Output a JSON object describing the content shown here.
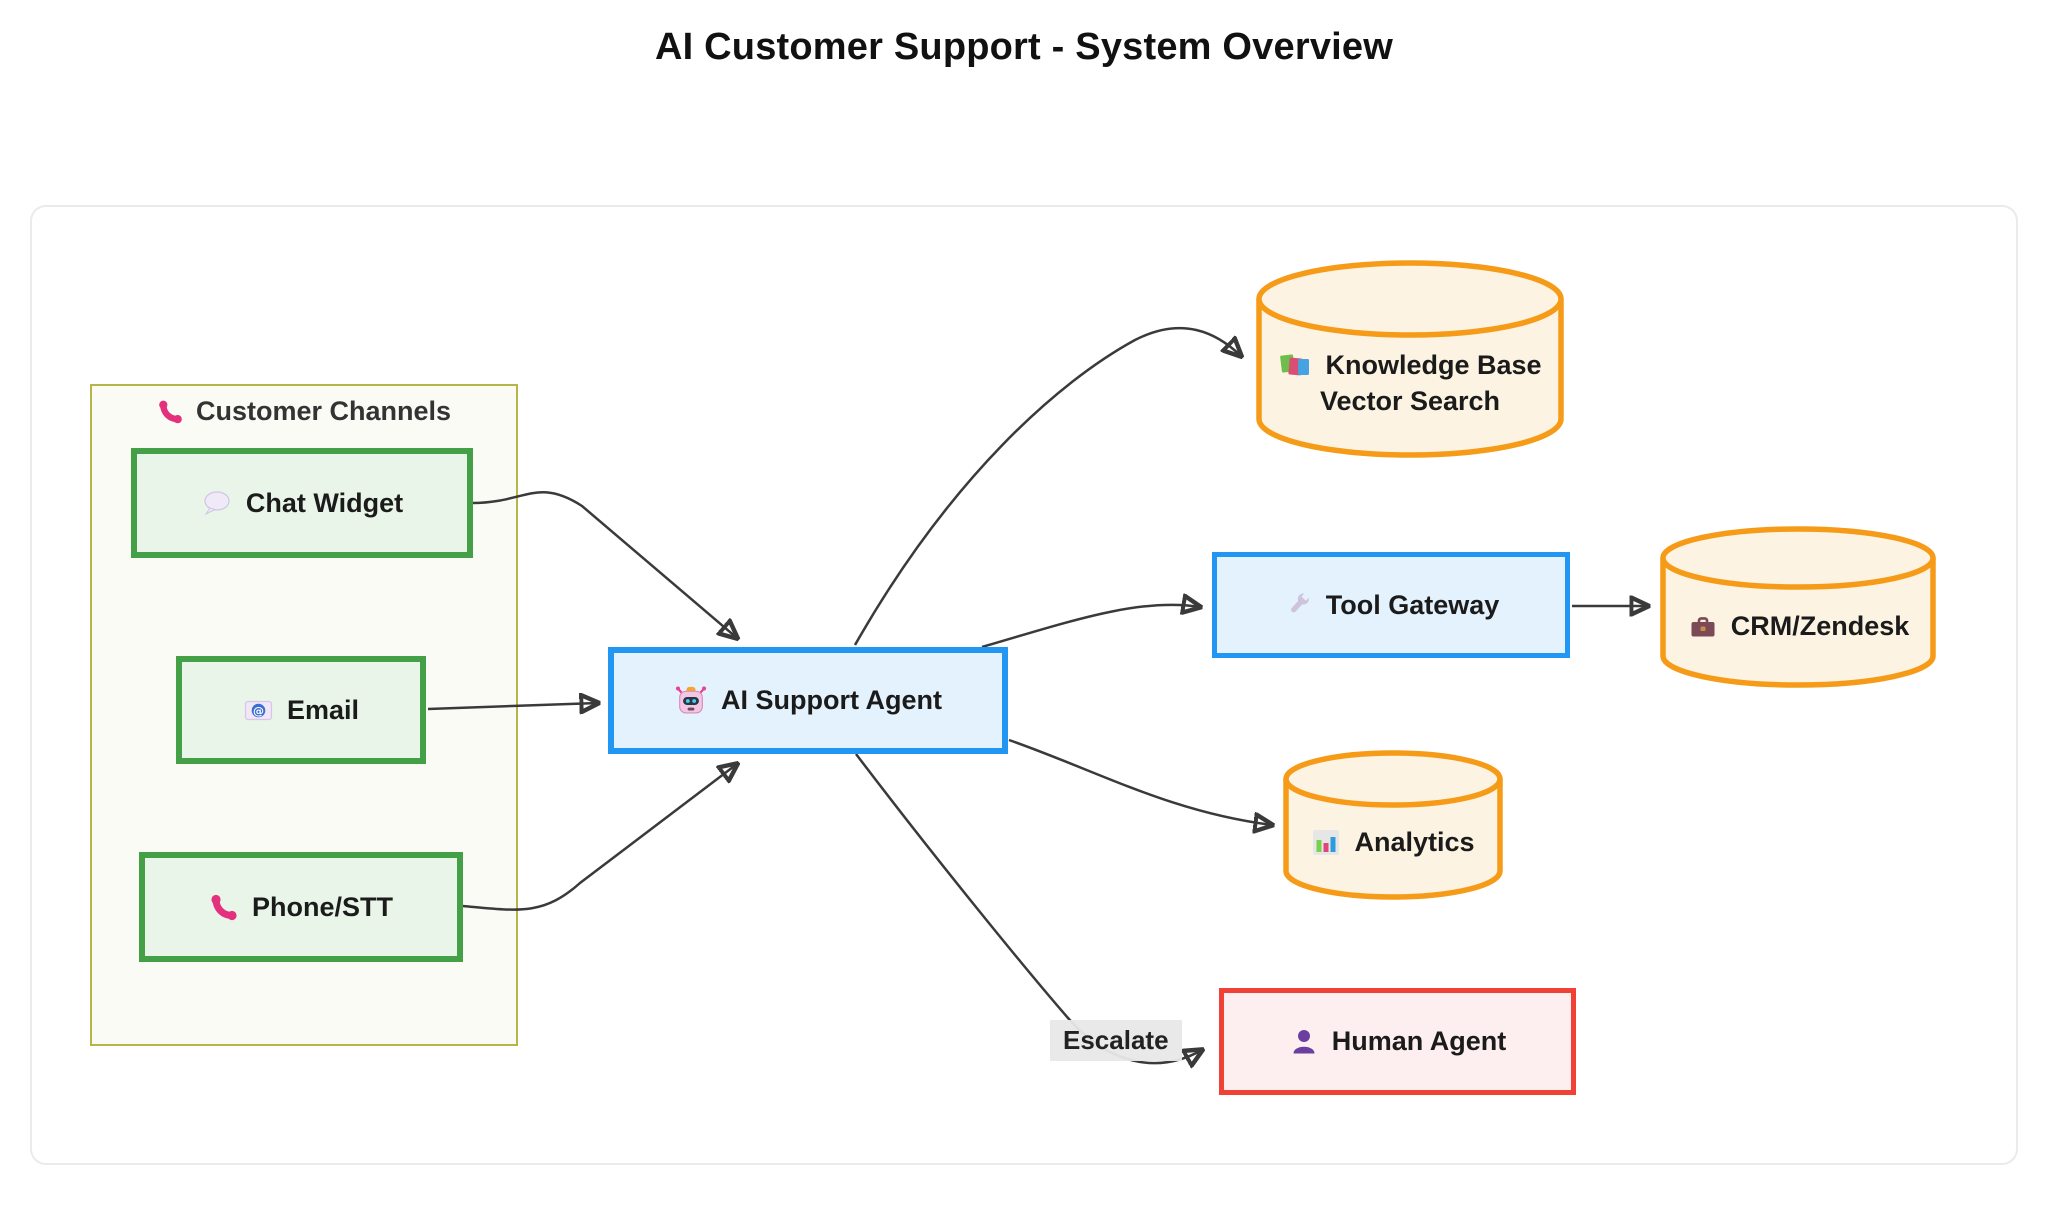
{
  "title": "AI Customer Support - System Overview",
  "diagram": {
    "subgraph": {
      "label": "Customer Channels",
      "icon": "phone-icon"
    },
    "nodes": {
      "chat_widget": {
        "label": "Chat Widget",
        "icon": "speech-bubble-icon",
        "shape": "rect",
        "fill": "#E9F5E9",
        "border": "#43A047"
      },
      "email": {
        "label": "Email",
        "icon": "email-icon",
        "shape": "rect",
        "fill": "#E9F5E9",
        "border": "#43A047"
      },
      "phone_stt": {
        "label": "Phone/STT",
        "icon": "phone-icon",
        "shape": "rect",
        "fill": "#E9F5E9",
        "border": "#43A047"
      },
      "ai_support_agent": {
        "label": "AI Support Agent",
        "icon": "robot-icon",
        "shape": "rect",
        "fill": "#E3F2FD",
        "border": "#2196F3"
      },
      "knowledge_base": {
        "label_line1": "Knowledge Base",
        "label_line2": "Vector Search",
        "icon": "books-icon",
        "shape": "cylinder",
        "fill": "#FCF3E2",
        "border": "#F59B18"
      },
      "tool_gateway": {
        "label": "Tool Gateway",
        "icon": "wrench-icon",
        "shape": "rect",
        "fill": "#E3F2FD",
        "border": "#2196F3"
      },
      "crm_zendesk": {
        "label": "CRM/Zendesk",
        "icon": "briefcase-icon",
        "shape": "cylinder",
        "fill": "#FCF3E2",
        "border": "#F59B18"
      },
      "analytics": {
        "label": "Analytics",
        "icon": "bar-chart-icon",
        "shape": "cylinder",
        "fill": "#FCF3E2",
        "border": "#F59B18"
      },
      "human_agent": {
        "label": "Human Agent",
        "icon": "person-icon",
        "shape": "rect",
        "fill": "#FDEFEF",
        "border": "#EF4136"
      }
    },
    "edges": [
      {
        "from": "Chat Widget",
        "to": "AI Support Agent",
        "label": ""
      },
      {
        "from": "Email",
        "to": "AI Support Agent",
        "label": ""
      },
      {
        "from": "Phone/STT",
        "to": "AI Support Agent",
        "label": ""
      },
      {
        "from": "AI Support Agent",
        "to": "Knowledge Base Vector Search",
        "label": ""
      },
      {
        "from": "AI Support Agent",
        "to": "Tool Gateway",
        "label": ""
      },
      {
        "from": "Tool Gateway",
        "to": "CRM/Zendesk",
        "label": ""
      },
      {
        "from": "AI Support Agent",
        "to": "Analytics",
        "label": ""
      },
      {
        "from": "AI Support Agent",
        "to": "Human Agent",
        "label": "Escalate"
      }
    ],
    "colors": {
      "edge": "#3A3A3A",
      "subgraph_border": "#B5B54A",
      "subgraph_fill": "#FBFBF6",
      "edge_label_bg": "#E8E8E8",
      "title_color": "#111111"
    }
  }
}
